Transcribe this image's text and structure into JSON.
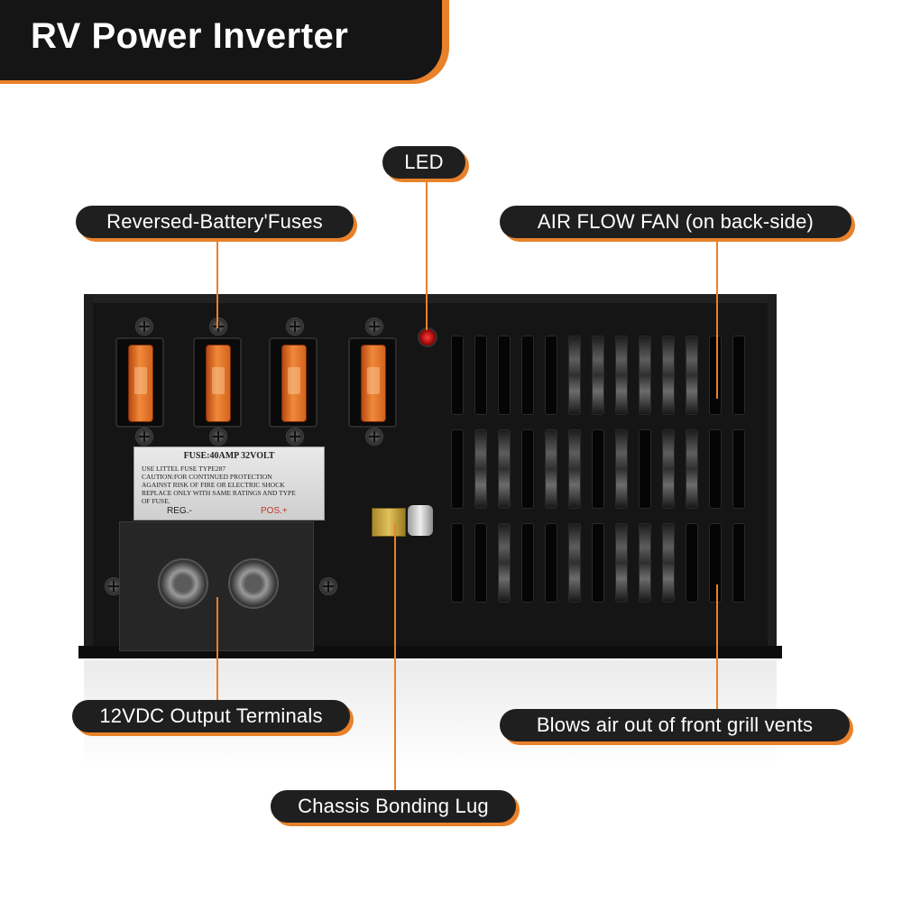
{
  "title": "RV Power Inverter",
  "colors": {
    "accent": "#e8812a",
    "pill_bg": "#1f1f1f",
    "banner_bg": "#151515",
    "device": "#151515"
  },
  "callouts": {
    "led": "LED",
    "fuses": "Reversed-Battery'Fuses",
    "fan": "AIR FLOW FAN (on back-side)",
    "terminals": "12VDC Output Terminals",
    "vents": "Blows air out of front grill vents",
    "lug": "Chassis Bonding Lug"
  },
  "device": {
    "label_plate": {
      "heading": "FUSE:40AMP 32VOLT",
      "line1": "USE LITTEL FUSE TYPE287",
      "line2": "CAUTION:FOR CONTINUED PROTECTION",
      "line3": "AGAINST RISK OF FIRE OR ELECTRIC SHOCK",
      "line4": "REPLACE ONLY WITH SAME RATINGS AND TYPE",
      "line5": "OF FUSE.",
      "neg": "REG.-",
      "pos": "POS.+"
    }
  }
}
